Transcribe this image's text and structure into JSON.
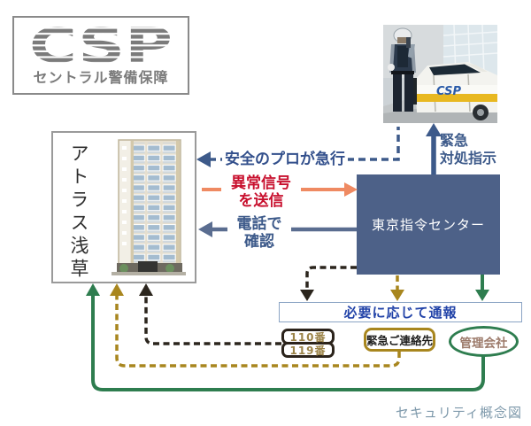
{
  "diagram_caption": "セキュリティ概念図",
  "logo": {
    "acronym": "CSP",
    "company": "セントラル警備保障"
  },
  "photo": {
    "car_logo": "CSP"
  },
  "building": {
    "name": "アトラス浅草"
  },
  "command_center": {
    "label": "東京指令センター"
  },
  "flows": {
    "dispatch": {
      "label": "安全のプロが急行"
    },
    "alarm": {
      "line1": "異常信号",
      "line2": "を送信"
    },
    "phone": {
      "line1": "電話で",
      "line2": "確認"
    },
    "emergency": {
      "line1": "緊急",
      "line2": "対処指示"
    },
    "report": {
      "label": "必要に応じて通報"
    }
  },
  "contacts": {
    "police": "110番",
    "fire": "119番",
    "emergency_contact": "緊急ご連絡先",
    "management": "管理会社"
  },
  "colors": {
    "navy_arrow": "#3d5a8a",
    "alarm_text_red": "#c8102e",
    "alarm_arrow_orange": "#ef8a62",
    "command_box_slate": "#4d6188",
    "black_dash": "#2b251d",
    "olive_dash": "#a8861e",
    "green_line": "#2e7d4f",
    "report_text_blue": "#2243a8",
    "logo_gray": "#7b7b7b",
    "caption_gray_blue": "#7e99ab"
  }
}
